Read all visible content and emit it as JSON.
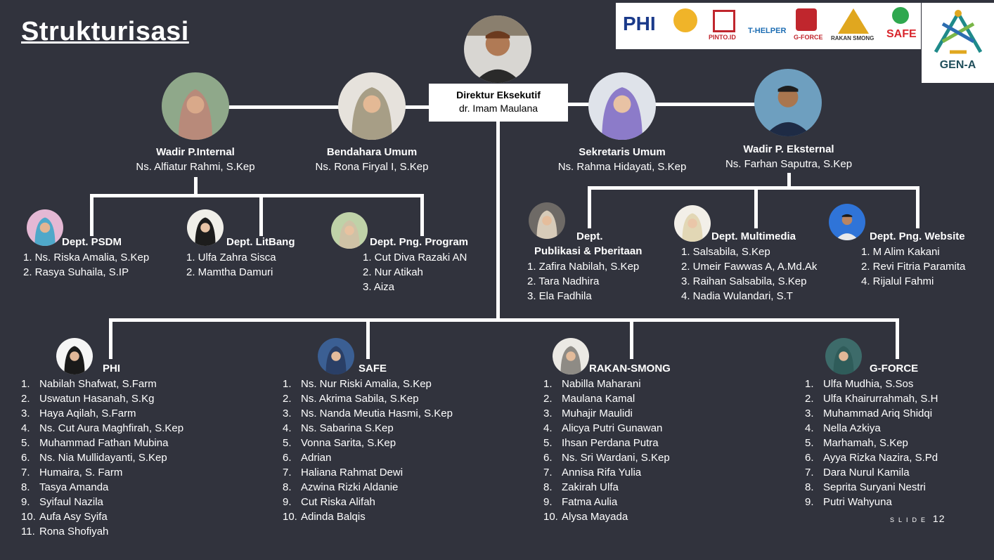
{
  "title": "Strukturisasi",
  "director": {
    "role": "Direktur Eksekutif",
    "name": "dr. Imam Maulana"
  },
  "wadir_internal": {
    "role": "Wadir P.Internal",
    "name": "Ns. Alfiatur Rahmi, S.Kep"
  },
  "bendahara": {
    "role": "Bendahara Umum",
    "name": "Ns. Rona Firyal I, S.Kep"
  },
  "sekretaris": {
    "role": "Sekretaris Umum",
    "name": "Ns. Rahma Hidayati, S.Kep"
  },
  "wadir_eksternal": {
    "role": "Wadir P. Eksternal",
    "name": "Ns. Farhan Saputra, S.Kep"
  },
  "depts_internal": [
    {
      "title": "Dept. PSDM",
      "members": [
        "1. Ns. Riska Amalia, S.Kep",
        "2. Rasya Suhaila, S.IP"
      ]
    },
    {
      "title": "Dept. LitBang",
      "members": [
        "1. Ulfa Zahra Sisca",
        "2. Mamtha Damuri"
      ]
    },
    {
      "title": "Dept. Png. Program",
      "members": [
        "1. Cut Diva Razaki AN",
        "2. Nur Atikah",
        "3. Aiza"
      ]
    }
  ],
  "depts_eksternal": [
    {
      "title_line1": "Dept.",
      "title_line2": "Publikasi & Pberitaan",
      "members": [
        "1. Zafira Nabilah, S.Kep",
        "2. Tara Nadhira",
        "3. Ela Fadhila"
      ]
    },
    {
      "title": "Dept. Multimedia",
      "members": [
        "1. Salsabila, S.Kep",
        "2. Umeir Fawwas A, A.Md.Ak",
        "3. Raihan Salsabila, S.Kep",
        "4. Nadia Wulandari, S.T"
      ]
    },
    {
      "title": "Dept. Png. Website",
      "members": [
        "1. M Alim Kakani",
        "2. Revi Fitria Paramita",
        "4. Rijalul Fahmi"
      ]
    }
  ],
  "programs": [
    {
      "title": "PHI",
      "members": [
        "Nabilah Shafwat, S.Farm",
        "Uswatun Hasanah, S.Kg",
        "Haya Aqilah, S.Farm",
        "Ns. Cut Aura Maghfirah, S.Kep",
        "Muhammad Fathan Mubina",
        "Ns. Nia Mullidayanti, S.Kep",
        "Humaira, S. Farm",
        "Tasya Amanda",
        "Syifaul Nazila",
        "Aufa Asy Syifa",
        "Rona Shofiyah"
      ]
    },
    {
      "title": "SAFE",
      "members": [
        "Ns. Nur Riski Amalia, S.Kep",
        "Ns. Akrima Sabila, S.Kep",
        "Ns. Nanda Meutia Hasmi, S.Kep",
        "Ns. Sabarina S.Kep",
        "Vonna Sarita, S.Kep",
        "Adrian",
        "Haliana Rahmat Dewi",
        "Azwina Rizki Aldanie",
        "Cut Riska Alifah",
        "Adinda Balqis"
      ]
    },
    {
      "title": "RAKAN-SMONG",
      "members": [
        "Nabilla Maharani",
        "Maulana Kamal",
        "Muhajir Maulidi",
        "Alicya Putri Gunawan",
        "Ihsan Perdana Putra",
        "Ns. Sri Wardani, S.Kep",
        "Annisa Rifa Yulia",
        "Zakirah Ulfa",
        "Fatma Aulia",
        "Alysa Mayada"
      ]
    },
    {
      "title": "G-FORCE",
      "members": [
        "Ulfa Mudhia, S.Sos",
        "Ulfa Khairurrahmah, S.H",
        "Muhammad Ariq Shidqi",
        "Nella Azkiya",
        "Marhamah, S.Kep",
        "Ayya Rizka Nazira, S.Pd",
        "Dara Nurul Kamila",
        "Seprita Suryani Nestri",
        "Putri Wahyuna"
      ]
    }
  ],
  "logos": [
    "PHI",
    "PINTO.ID",
    "T-HELPER",
    "G-FORCE",
    "RAKAN SMONG",
    "SAFE",
    "GEN-A"
  ],
  "slide": {
    "label": "SLIDE",
    "number": "12"
  },
  "colors": {
    "background": "#31333d",
    "text": "#ffffff",
    "line": "#ffffff"
  }
}
